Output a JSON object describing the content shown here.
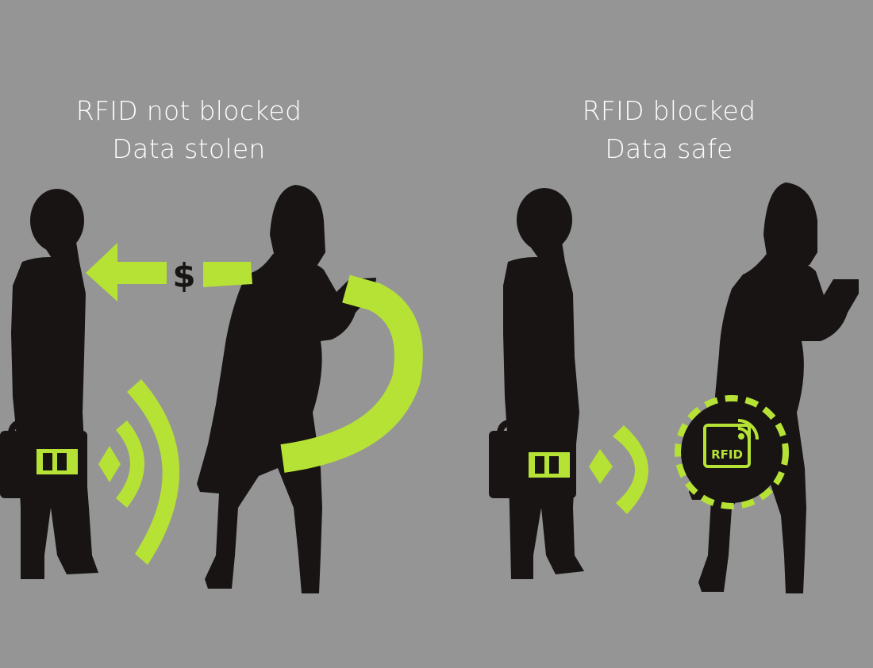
{
  "panels": [
    {
      "title_line1": "RFID not blocked",
      "title_line2": "Data stolen"
    },
    {
      "title_line1": "RFID blocked",
      "title_line2": "Data safe"
    }
  ],
  "symbols": {
    "dollar": "$",
    "rfid_label": "RFID"
  },
  "colors": {
    "background": "#959595",
    "silhouette": "#171413",
    "accent": "#b6e236"
  },
  "icons": [
    "arrow-left-icon",
    "dollar-sign-icon",
    "wireless-signal-icon",
    "card-reader-icon",
    "rfid-shield-icon"
  ]
}
